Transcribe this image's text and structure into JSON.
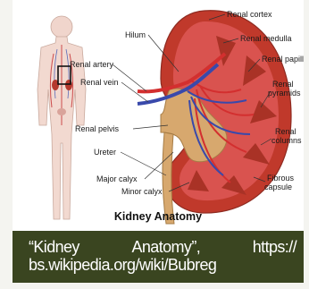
{
  "figure": {
    "title": "Kidney Anatomy",
    "labels": {
      "renal_cortex": "Renal cortex",
      "hilum": "Hilum",
      "renal_medulla": "Renal medulla",
      "renal_artery": "Renal artery",
      "renal_papilla": "Renal papilla",
      "renal_vein": "Renal vein",
      "renal_pyramids_1": "Renal",
      "renal_pyramids_2": "pyramids",
      "renal_pelvis": "Renal pelvis",
      "renal_columns_1": "Renal",
      "renal_columns_2": "columns",
      "ureter": "Ureter",
      "major_calyx": "Major calyx",
      "fibrous_capsule_1": "Fibrous",
      "fibrous_capsule_2": "capsule",
      "minor_calyx": "Minor calyx"
    }
  },
  "caption": {
    "word1": "“Kidney",
    "word2": "Anatomy”,",
    "word3": "https://",
    "line2": "bs.wikipedia.org/wiki/Bubreg"
  },
  "colors": {
    "caption_bg": "#3a4520",
    "kidney_cortex": "#c0392b",
    "artery": "#d32f2f",
    "vein": "#3949ab",
    "pelvis": "#d7a86e"
  }
}
